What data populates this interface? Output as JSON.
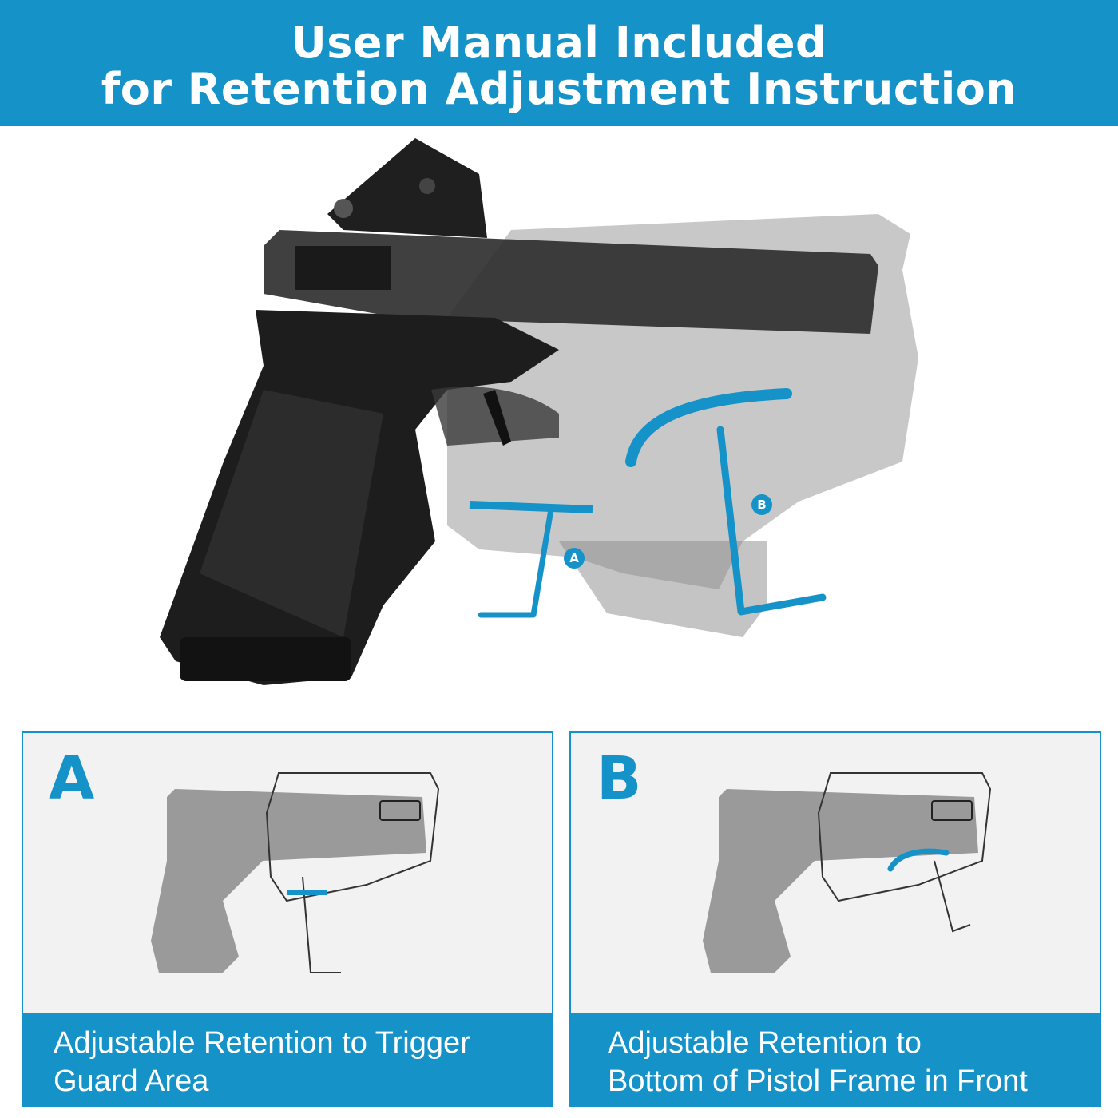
{
  "banner": {
    "line1": "User Manual Included",
    "line2": "for Retention Adjustment Instruction"
  },
  "hero": {
    "callout_a": "A",
    "callout_b": "B"
  },
  "panels": [
    {
      "letter": "A",
      "caption_line1": "Adjustable Retention to Trigger",
      "caption_line2": "Guard Area"
    },
    {
      "letter": "B",
      "caption_line1": "Adjustable Retention to",
      "caption_line2": "Bottom of Pistol Frame in Front"
    }
  ],
  "colors": {
    "accent": "#1592c8"
  }
}
